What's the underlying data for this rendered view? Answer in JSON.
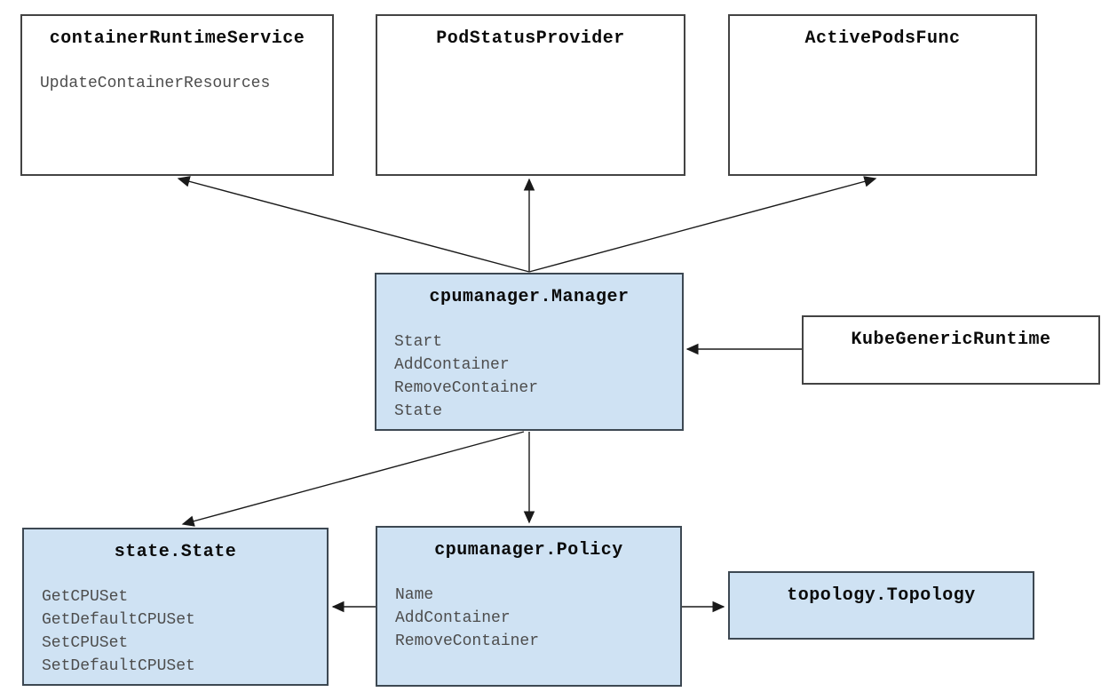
{
  "diagram": {
    "type": "architecture-diagram",
    "subject": "Kubernetes kubelet CPU Manager component relationships"
  },
  "colors": {
    "highlight_fill": "#cfe2f3",
    "plain_fill": "#ffffff",
    "box_border": "#434343",
    "title_text": "#0b0b0b",
    "method_text": "#4d4d4d",
    "arrow": "#1a1a1a"
  },
  "nodes": {
    "container_runtime_service": {
      "title": "containerRuntimeService",
      "methods": [
        "UpdateContainerResources"
      ],
      "highlighted": false
    },
    "pod_status_provider": {
      "title": "PodStatusProvider",
      "methods": [],
      "highlighted": false
    },
    "active_pods_func": {
      "title": "ActivePodsFunc",
      "methods": [],
      "highlighted": false
    },
    "cpumanager_manager": {
      "title": "cpumanager.Manager",
      "methods": [
        "Start",
        "AddContainer",
        "RemoveContainer",
        "State"
      ],
      "highlighted": true
    },
    "kube_generic_runtime": {
      "title": "KubeGenericRuntime",
      "methods": [],
      "highlighted": false
    },
    "state_state": {
      "title": "state.State",
      "methods": [
        "GetCPUSet",
        "GetDefaultCPUSet",
        "SetCPUSet",
        "SetDefaultCPUSet"
      ],
      "highlighted": true
    },
    "cpumanager_policy": {
      "title": "cpumanager.Policy",
      "methods": [
        "Name",
        "AddContainer",
        "RemoveContainer"
      ],
      "highlighted": true
    },
    "topology_topology": {
      "title": "topology.Topology",
      "methods": [],
      "highlighted": true
    }
  },
  "edges": [
    {
      "from": "cpumanager_manager",
      "to": "container_runtime_service"
    },
    {
      "from": "cpumanager_manager",
      "to": "pod_status_provider"
    },
    {
      "from": "cpumanager_manager",
      "to": "active_pods_func"
    },
    {
      "from": "kube_generic_runtime",
      "to": "cpumanager_manager"
    },
    {
      "from": "cpumanager_manager",
      "to": "cpumanager_policy"
    },
    {
      "from": "cpumanager_manager",
      "to": "state_state"
    },
    {
      "from": "cpumanager_policy",
      "to": "state_state"
    },
    {
      "from": "cpumanager_policy",
      "to": "topology_topology"
    }
  ]
}
